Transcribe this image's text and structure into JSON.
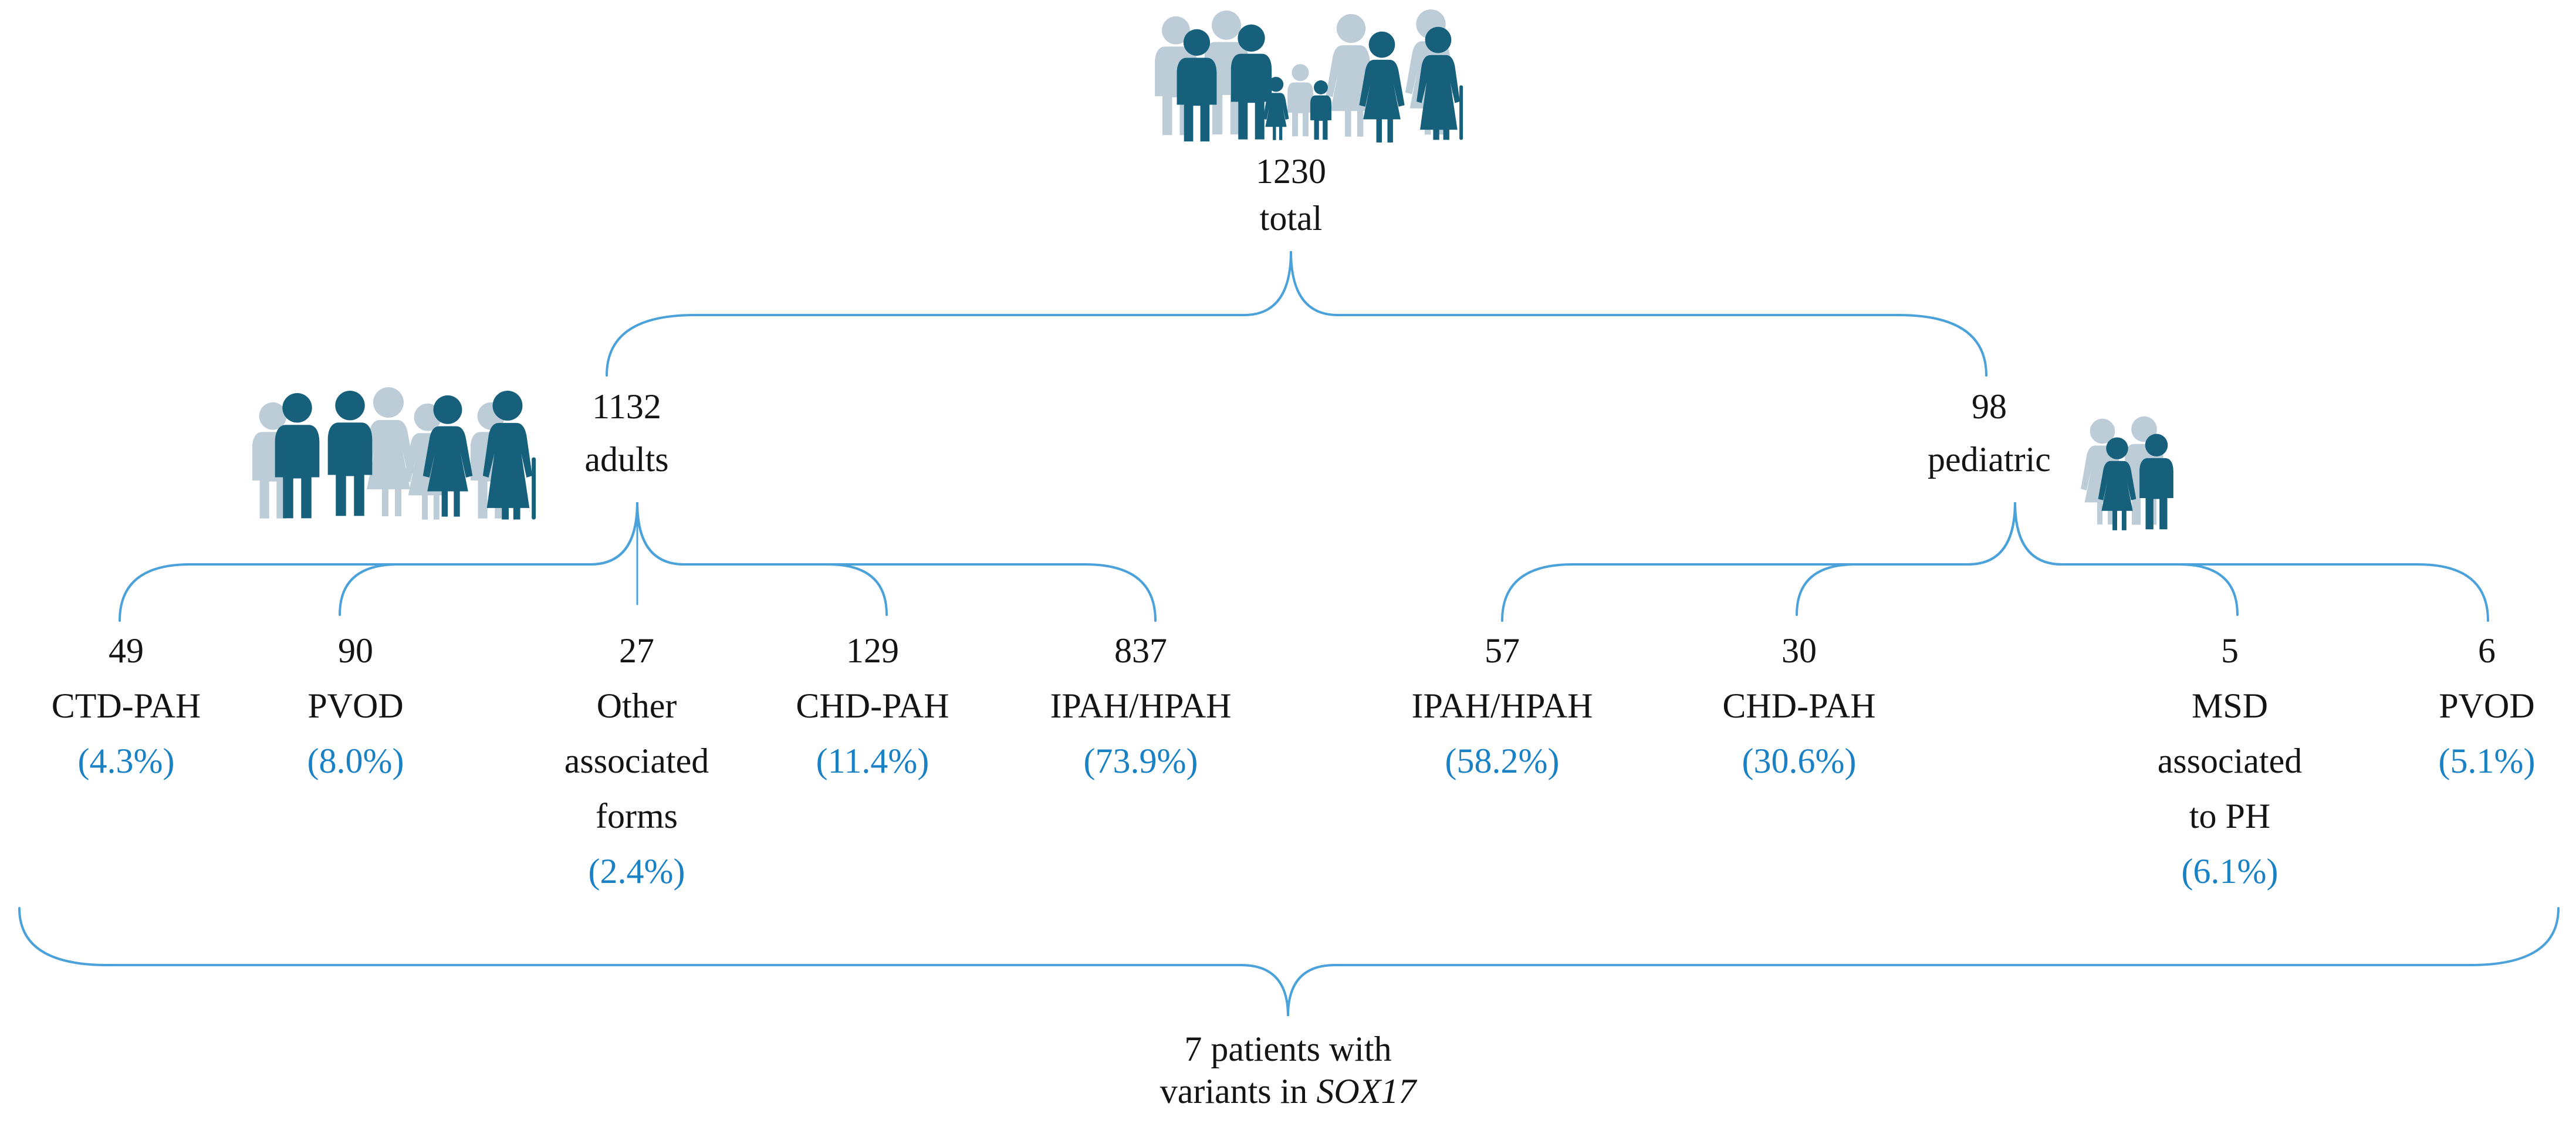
{
  "figure": {
    "description": "Patient cohort flow diagram",
    "root": {
      "value": "1230",
      "label": "total"
    },
    "branches": {
      "adults": {
        "value": "1132",
        "label": "adults"
      },
      "pediatric": {
        "value": "98",
        "label": "pediatric"
      }
    },
    "adult_groups": [
      {
        "value": "49",
        "label": "CTD-PAH",
        "lines": [
          "CTD-PAH"
        ],
        "pct": "(4.3%)"
      },
      {
        "value": "90",
        "label": "PVOD",
        "lines": [
          "PVOD"
        ],
        "pct": "(8.0%)"
      },
      {
        "value": "27",
        "label": "Other associated forms",
        "lines": [
          "Other",
          "associated",
          "forms"
        ],
        "pct": "(2.4%)"
      },
      {
        "value": "129",
        "label": "CHD-PAH",
        "lines": [
          "CHD-PAH"
        ],
        "pct": "(11.4%)"
      },
      {
        "value": "837",
        "label": "IPAH/HPAH",
        "lines": [
          "IPAH/HPAH"
        ],
        "pct": "(73.9%)"
      }
    ],
    "pediatric_groups": [
      {
        "value": "57",
        "label": "IPAH/HPAH",
        "lines": [
          "IPAH/HPAH"
        ],
        "pct": "(58.2%)"
      },
      {
        "value": "30",
        "label": "CHD-PAH",
        "lines": [
          "CHD-PAH"
        ],
        "pct": "(30.6%)"
      },
      {
        "value": "5",
        "label": "MSD associated to PH",
        "lines": [
          "MSD",
          "associated",
          "to PH"
        ],
        "pct": "(6.1%)"
      },
      {
        "value": "6",
        "label": "PVOD",
        "lines": [
          "PVOD"
        ],
        "pct": "(5.1%)"
      }
    ],
    "footer": {
      "line1": "7 patients with",
      "line2_prefix": "variants in ",
      "gene": "SOX17"
    },
    "icons": {
      "top": "people-group-icon",
      "adults": "people-group-icon",
      "pediatric": "people-group-icon"
    },
    "colors": {
      "figure_dark": "#16607c",
      "figure_light": "#bccdd7",
      "brace_blue": "#4ba2db",
      "percent_blue": "#1b81c5",
      "text": "#141414"
    }
  }
}
